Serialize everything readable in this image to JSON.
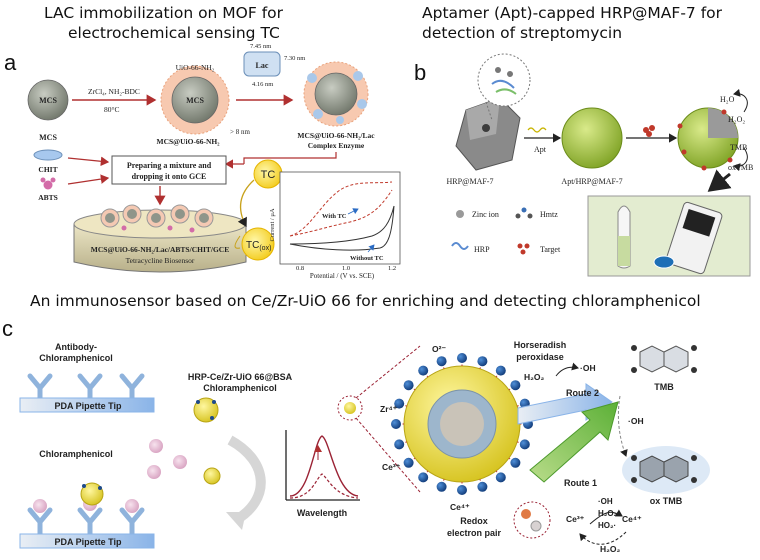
{
  "titles": {
    "a_line1": "LAC immobilization on MOF for",
    "a_line2": "electrochemical sensing TC",
    "b_line1": "Aptamer (Apt)-capped HRP@MAF-7  for",
    "b_line2": "detection of streptomycin",
    "c_line1": "An immunosensor based on Ce/Zr-UiO 66 for enriching and detecting chloramphenicol"
  },
  "panel_labels": {
    "a": "a",
    "b": "b",
    "c": "c"
  },
  "panel_a": {
    "mcs": "MCS",
    "reagents": "ZrCl₄, NH₂-BDC",
    "temp": "80°C",
    "uio": "UiO-66-NH₂",
    "mcs_uio_label": "MCS@UiO-66-NH₂",
    "pore": "> 8 nm",
    "lac": "Lac",
    "dim1": "7.45 nm",
    "dim2": "7.30 nm",
    "dim3": "4.16 nm",
    "complex_l1": "MCS@UiO-66-NH₂/Lac",
    "complex_l2": "Complex Enzyme",
    "mcs2": "MCS",
    "chit": "CHIT",
    "abts": "ABTS",
    "box_l1": "Preparing a mixture and",
    "box_l2": "dropping it onto GCE",
    "biosensor_l1": "MCS@UiO-66-NH₂/Lac/ABTS/CHIT/GCE",
    "biosensor_l2": "Tetracycline Biosensor",
    "tc": "TC",
    "tc_ox_main": "TC",
    "tc_ox_sub": "(ox)",
    "ylabel": "Current / μA",
    "xlabel": "Potential / (V vs. SCE)",
    "with_tc": "With TC",
    "without_tc": "Without TC",
    "xticks": [
      "0.8",
      "1.0",
      "1.2"
    ]
  },
  "panel_b": {
    "hrp_maf": "HRP@MAF-7",
    "apt": "Apt",
    "apt_hrp": "Apt/HRP@MAF-7",
    "h2o": "H₂O",
    "h2o2": "H₂O₂",
    "tmb": "TMB",
    "oxtmb": "oxTMB",
    "zinc": "Zinc ion",
    "hmtz": "Hmtz",
    "hrp": "HRP",
    "target": "Target"
  },
  "panel_c": {
    "antibody_l1": "Antibody-",
    "antibody_l2": "Chloramphenicol",
    "pda_tip": "PDA Pipette Tip",
    "pda_tip2": "PDA Pipette Tip",
    "chloramphenicol": "Chloramphenicol",
    "hrp_ce_l1": "HRP-Ce/Zr-UiO 66@BSA",
    "hrp_ce_l2": "Chloramphenicol",
    "wavelength": "Wavelength",
    "horseradish_l1": "Horseradish",
    "horseradish_l2": "peroxidase",
    "h2o2": "H₂O₂",
    "oh1": "·OH",
    "tmb": "TMB",
    "oh2": "·OH",
    "route2": "Route 2",
    "route1": "Route 1",
    "o2": "O²⁻",
    "zr4": "Zr⁴⁺",
    "ce3": "Ce³⁺",
    "ce4": "Ce⁴⁺",
    "redox_l1": "Redox",
    "redox_l2": "electron pair",
    "oxtmb": "ox TMB",
    "ce3b": "Ce³⁺",
    "oh3": "·OH",
    "h2o2b": "H₂O₂",
    "ho2": "HO₂·",
    "ce4b": "Ce⁴⁺",
    "h2o2c": "H₂O₂"
  },
  "colors": {
    "lac_orange": "#f6b08c",
    "mcs_gray": "#8f958a",
    "maf_green": "#9fc23a",
    "sphere_yellow": "#e8e23a",
    "accent_red": "#c0392b",
    "tip_blue": "#b9d3ec"
  }
}
